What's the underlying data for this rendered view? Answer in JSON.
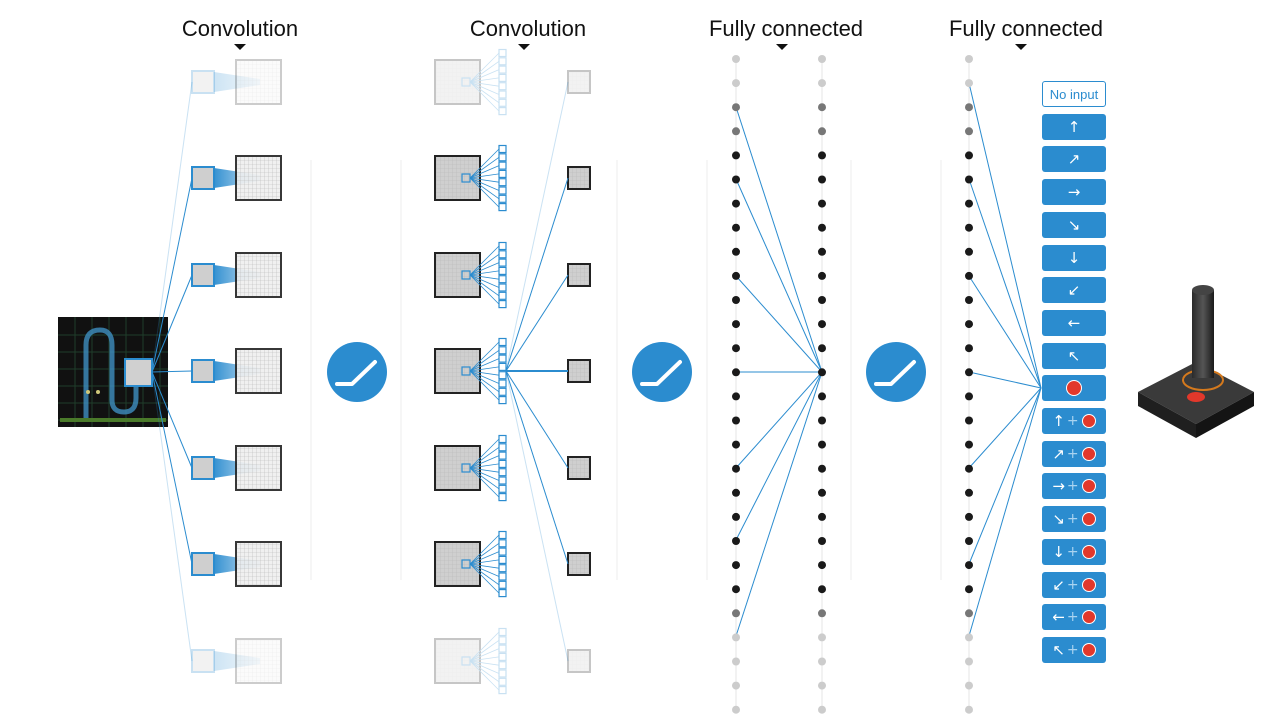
{
  "stages": [
    {
      "title": "Convolution"
    },
    {
      "title": "Convolution"
    },
    {
      "title": "Fully connected"
    },
    {
      "title": "Fully connected"
    }
  ],
  "activation_icon": "relu-icon",
  "input_icon": "game-frame",
  "output_icon": "joystick-icon",
  "actions": [
    {
      "name": "no-input",
      "label": "No input"
    },
    {
      "name": "up",
      "icon": "↑"
    },
    {
      "name": "up-right",
      "icon": "↗"
    },
    {
      "name": "right",
      "icon": "→"
    },
    {
      "name": "down-right",
      "icon": "↘"
    },
    {
      "name": "down",
      "icon": "↓"
    },
    {
      "name": "down-left",
      "icon": "↙"
    },
    {
      "name": "left",
      "icon": "←"
    },
    {
      "name": "up-left",
      "icon": "↖"
    },
    {
      "name": "fire",
      "fire": true
    },
    {
      "name": "up-fire",
      "icon": "↑",
      "fire": true
    },
    {
      "name": "up-right-fire",
      "icon": "↗",
      "fire": true
    },
    {
      "name": "right-fire",
      "icon": "→",
      "fire": true
    },
    {
      "name": "down-right-fire",
      "icon": "↘",
      "fire": true
    },
    {
      "name": "down-fire",
      "icon": "↓",
      "fire": true
    },
    {
      "name": "down-left-fire",
      "icon": "↙",
      "fire": true
    },
    {
      "name": "left-fire",
      "icon": "←",
      "fire": true
    },
    {
      "name": "up-left-fire",
      "icon": "↖",
      "fire": true
    }
  ],
  "colors": {
    "accent": "#2b8ccf",
    "fire": "#e2382b",
    "node": "#222222",
    "faded_node": "#c8c8c8"
  }
}
